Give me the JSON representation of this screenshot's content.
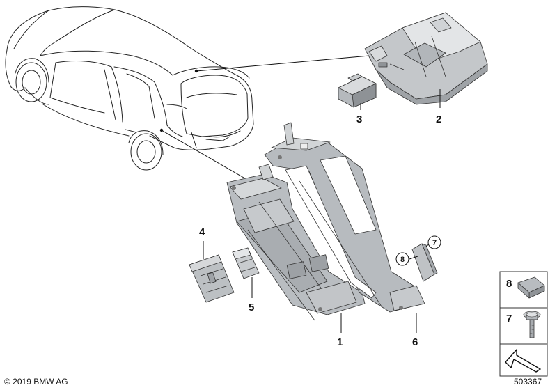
{
  "diagram": {
    "callouts": {
      "p1": "1",
      "p2": "2",
      "p3": "3",
      "p4": "4",
      "p5": "5",
      "p6": "6",
      "p7": "7",
      "p8": "8"
    },
    "legend": {
      "item8": "8",
      "item7": "7"
    },
    "footer": {
      "copyright": "© 2019 BMW AG",
      "diagram_number": "503367"
    }
  }
}
